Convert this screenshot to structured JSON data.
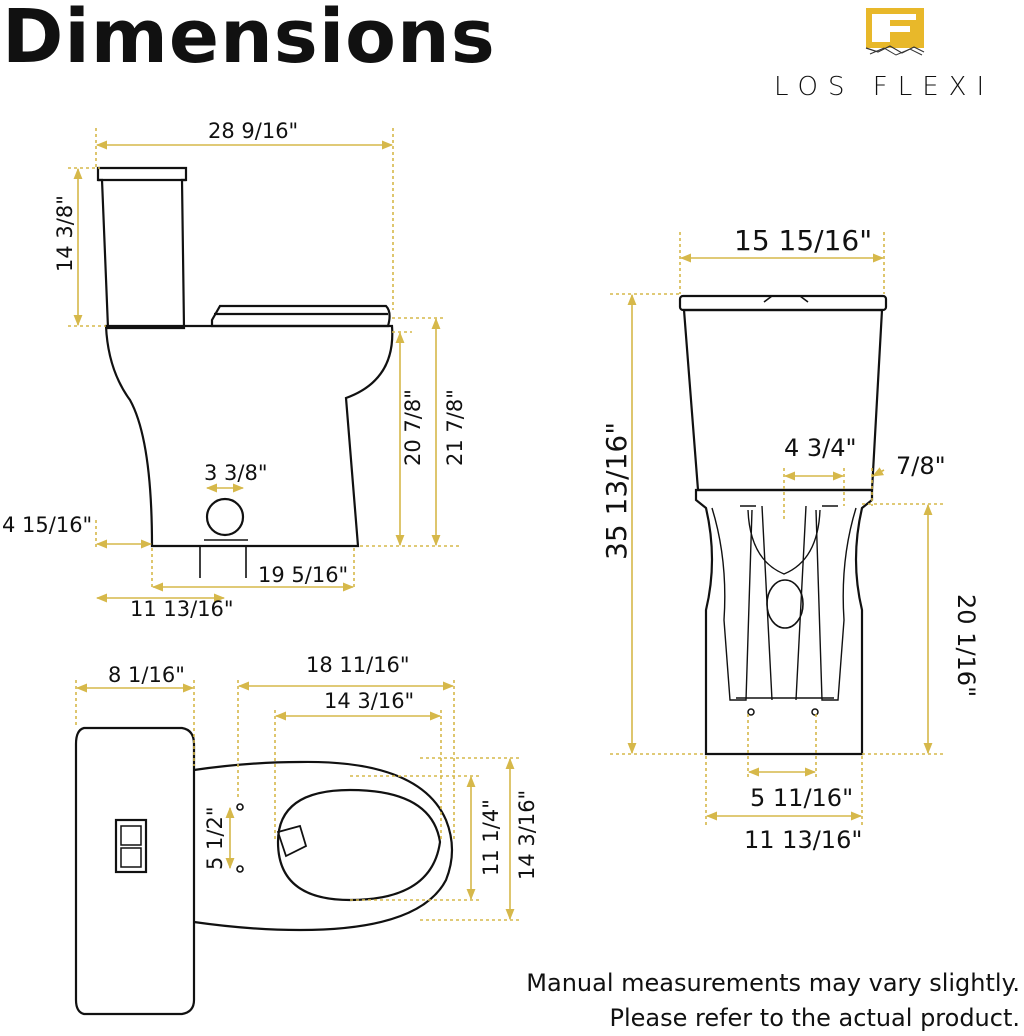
{
  "title": "Dimensions",
  "brand": {
    "name": "LOS FLEXI",
    "logo": "LF-logo-icon"
  },
  "colors": {
    "dimension_line": "#d6b84a",
    "outline": "#111111",
    "logo_gold": "#e8b82a"
  },
  "side_view": {
    "overall_length": "28 9/16\"",
    "tank_height": "14 3/8\"",
    "seat_height": "20 7/8\"",
    "rim_height": "21 7/8\"",
    "outlet_diameter": "3 3/8\"",
    "back_to_outlet": "4 15/16\"",
    "base_length": "19 5/16\"",
    "rough_in": "11 13/16\""
  },
  "top_view": {
    "tank_depth": "8 1/16\"",
    "bowl_length": "18 11/16\"",
    "seat_opening_length": "14 3/16\"",
    "bolt_spacing": "5 1/2\"",
    "seat_opening_width": "11 1/4\"",
    "bowl_width": "14 3/16\""
  },
  "back_view": {
    "tank_width": "15 15/16\"",
    "overall_height": "35 13/16\"",
    "supply_offset": "4 3/4\"",
    "supply_gap": "7/8\"",
    "base_height": "20 1/16\"",
    "bolt_spacing": "5 11/16\"",
    "base_width": "11 13/16\""
  },
  "disclaimer": {
    "line1": "Manual measurements may vary slightly.",
    "line2": "Please refer to the actual product."
  }
}
